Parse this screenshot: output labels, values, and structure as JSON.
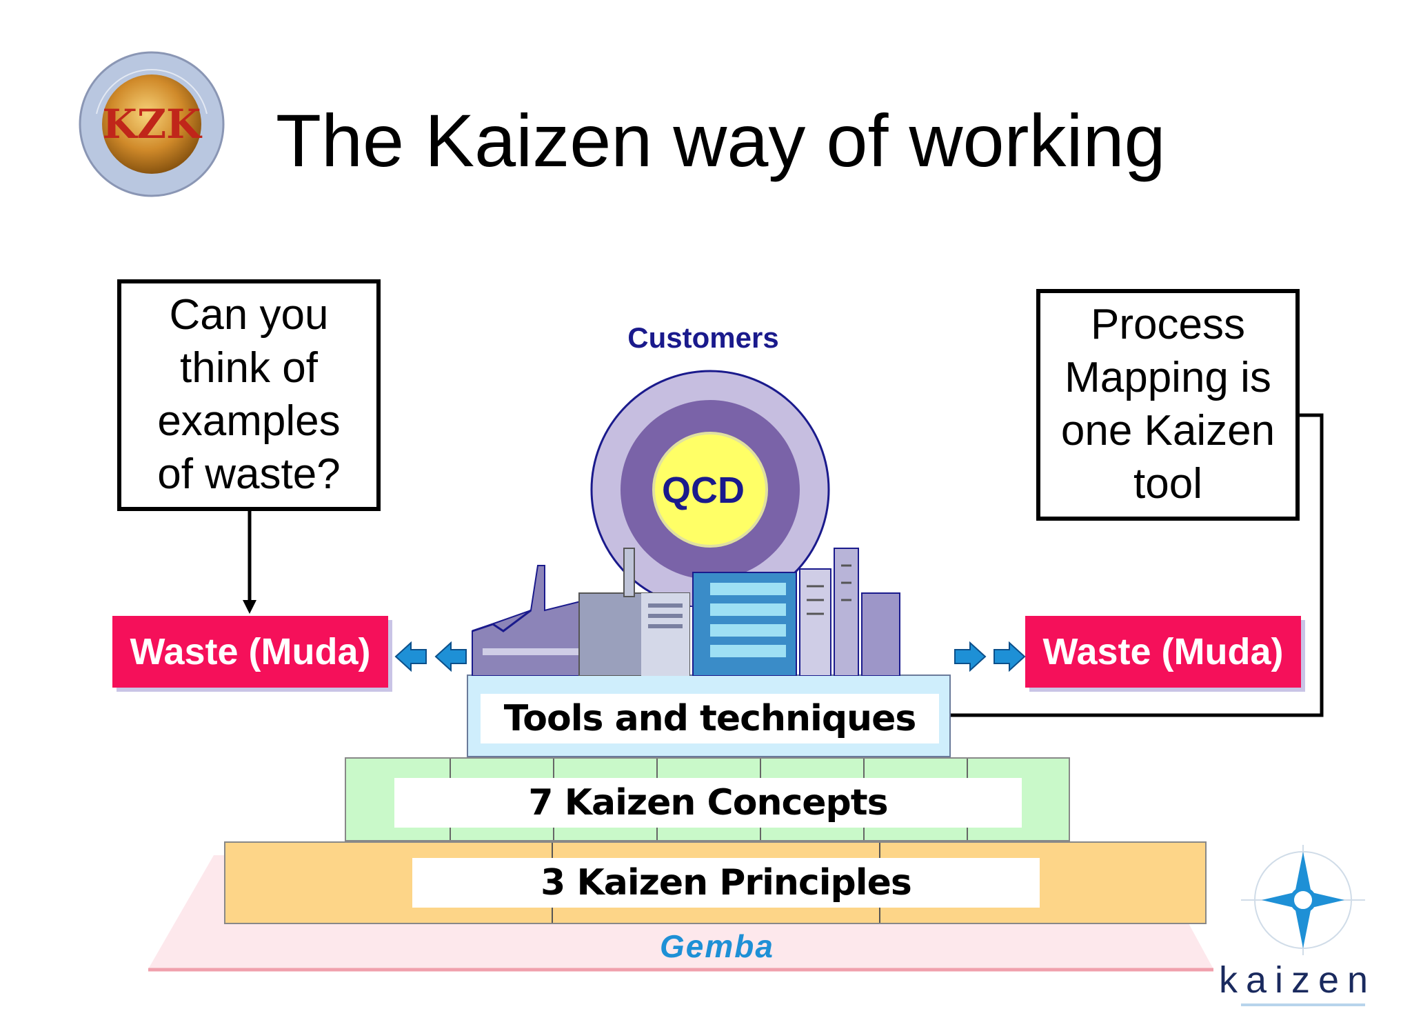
{
  "title": "The Kaizen way of working",
  "callout_left": "Can you\nthink of\nexamples\nof waste?",
  "callout_right": "Process\nMapping is\none Kaizen\ntool",
  "waste_left": "Waste (Muda)",
  "waste_right": "Waste (Muda)",
  "customers": "Customers",
  "qcd": "QCD",
  "levels": {
    "tools": "Tools and techniques",
    "concepts": "7 Kaizen Concepts",
    "principles": "3 Kaizen Principles"
  },
  "gemba": "Gemba",
  "brand": "kaizen",
  "colors": {
    "waste": "#f5105a",
    "tools_fill": "#cfeefc",
    "concepts_fill": "#c9f9c9",
    "principles_fill": "#fdd588",
    "gemba_text": "#1e90d6",
    "qcd_fill": "#ffff66",
    "arrow": "#1e90d6"
  },
  "icons": {
    "logo_left": "kzk-globe-logo",
    "logo_right": "kaizen-compass-logo",
    "factory": "factory-buildings-illustration"
  }
}
